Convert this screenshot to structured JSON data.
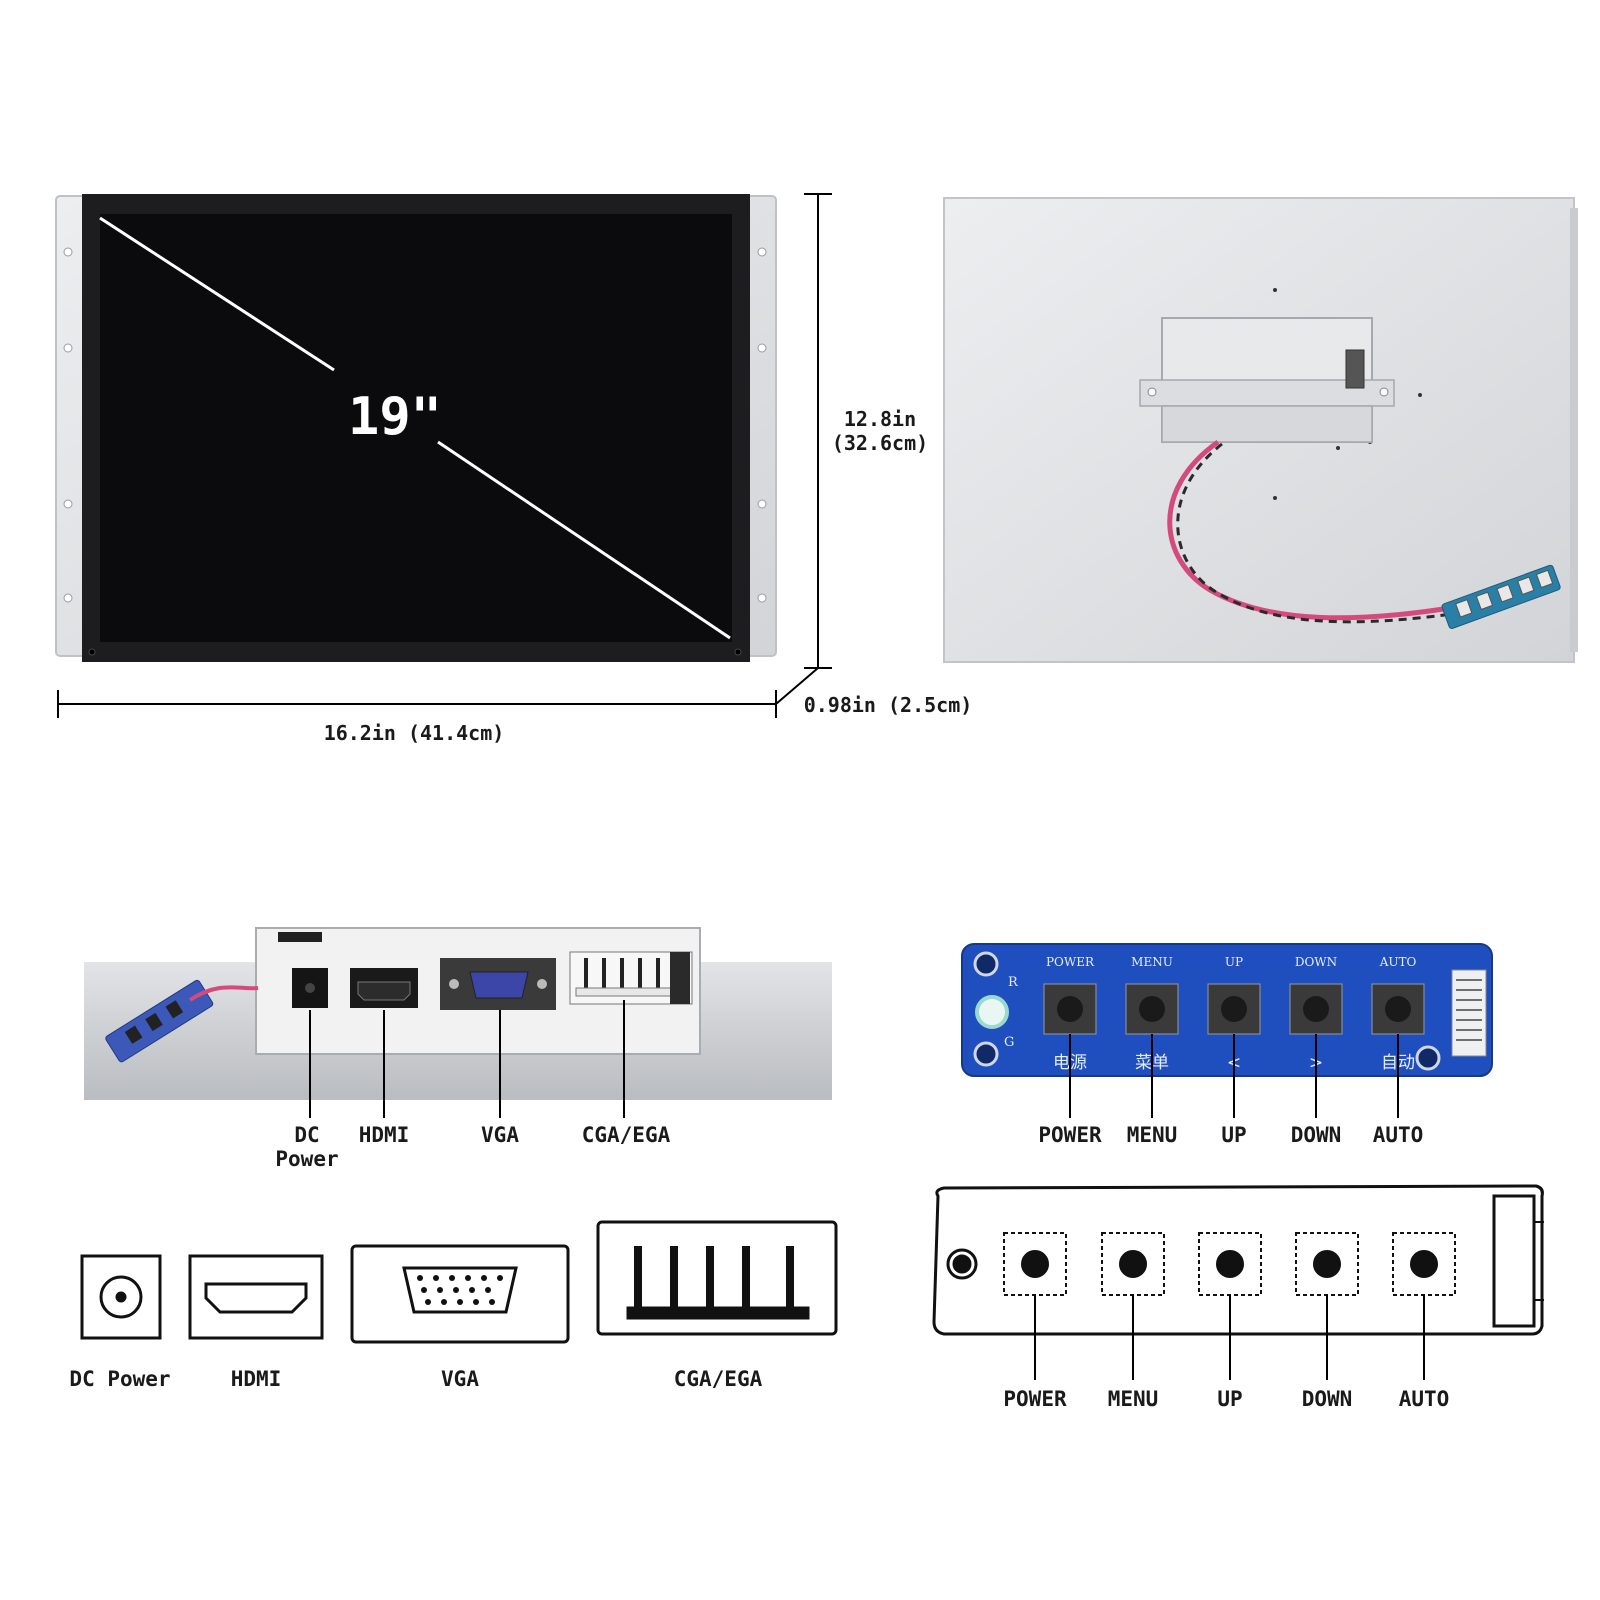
{
  "screen": {
    "size_label": "19\"",
    "width_label": "16.2in (41.4cm)",
    "height_label_line1": "12.8in",
    "height_label_line2": "(32.6cm)",
    "depth_label": "0.98in (2.5cm)"
  },
  "ports": {
    "photo_labels": {
      "dc_line1": "DC",
      "dc_line2": "Power",
      "hdmi": "HDMI",
      "vga": "VGA",
      "cga": "CGA/EGA"
    },
    "icon_labels": {
      "dc": "DC Power",
      "hdmi": "HDMI",
      "vga": "VGA",
      "cga": "CGA/EGA"
    }
  },
  "keypad": {
    "board_top_labels": [
      "POWER",
      "MENU",
      "UP",
      "DOWN",
      "AUTO"
    ],
    "board_bottom_labels": [
      "电源",
      "菜单",
      "<",
      ">",
      "自动"
    ],
    "led_labels": [
      "R",
      "G"
    ],
    "photo_callouts": [
      "POWER",
      "MENU",
      "UP",
      "DOWN",
      "AUTO"
    ],
    "diagram_callouts": [
      "POWER",
      "MENU",
      "UP",
      "DOWN",
      "AUTO"
    ]
  },
  "colors": {
    "screen_black": "#0b0b0d",
    "frame_silver": "#d9dadc",
    "board_blue": "#1f4fbf",
    "cable_pink": "#d44a7a"
  }
}
